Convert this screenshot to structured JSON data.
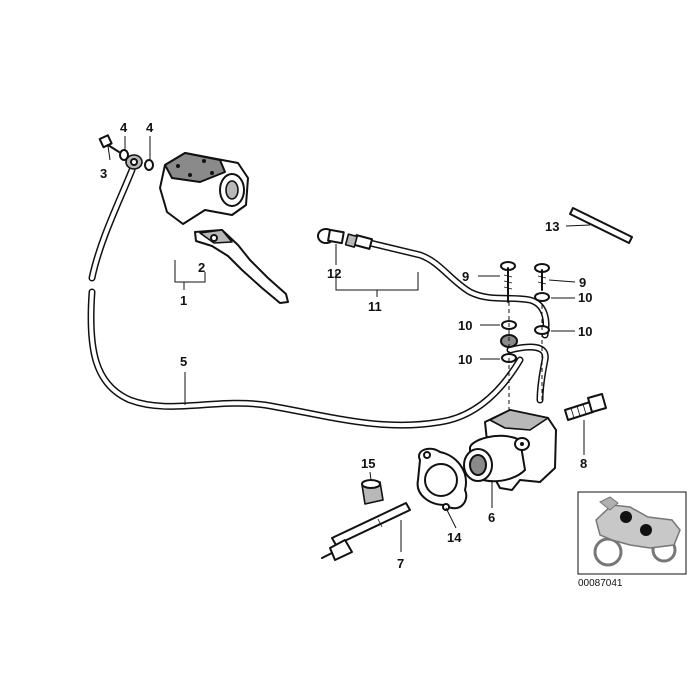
{
  "callouts": {
    "c1": "1",
    "c2": "2",
    "c3": "3",
    "c4a": "4",
    "c4b": "4",
    "c5": "5",
    "c6": "6",
    "c7": "7",
    "c8": "8",
    "c9a": "9",
    "c9b": "9",
    "c10a": "10",
    "c10b": "10",
    "c10c": "10",
    "c10d": "10",
    "c11": "11",
    "c12": "12",
    "c13": "13",
    "c14": "14",
    "c15": "15"
  },
  "reference_code": "00087041"
}
